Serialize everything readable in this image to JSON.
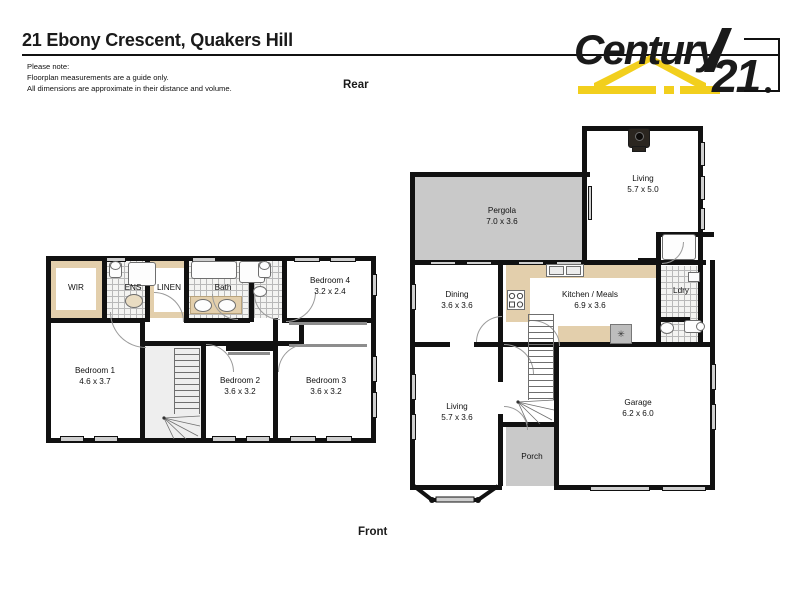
{
  "header": {
    "title": "21 Ebony Crescent, Quakers Hill",
    "disclaimer_line1": "Please note:",
    "disclaimer_line2": "Floorplan measurements are a guide only.",
    "disclaimer_line3": "All dimensions are approximate in their distance and volume."
  },
  "logo": {
    "brand_top": "Century",
    "brand_bottom": "21",
    "registered_mark": "®",
    "colors": {
      "text": "#1a1a1a",
      "accent": "#f2cf1d"
    }
  },
  "orientation": {
    "rear_label": "Rear",
    "front_label": "Front"
  },
  "colors": {
    "wall": "#111111",
    "room_fill": "#ffffff",
    "paved_fill": "#c9c9c9",
    "bench_fill": "#e3cfac",
    "tile_fill": "#f4f4f2",
    "page_background": "#ffffff"
  },
  "floorplans": [
    {
      "name": "upper-floor",
      "rooms": [
        {
          "key": "wir",
          "label": "WIR",
          "dim": ""
        },
        {
          "key": "ens",
          "label": "ENS",
          "dim": ""
        },
        {
          "key": "linen",
          "label": "LINEN",
          "dim": ""
        },
        {
          "key": "bath",
          "label": "Bath",
          "dim": ""
        },
        {
          "key": "bedroom4",
          "label": "Bedroom 4",
          "dim": "3.2 x 2.4"
        },
        {
          "key": "bedroom1",
          "label": "Bedroom 1",
          "dim": "4.6 x 3.7"
        },
        {
          "key": "bedroom2",
          "label": "Bedroom 2",
          "dim": "3.6 x 3.2"
        },
        {
          "key": "bedroom3",
          "label": "Bedroom 3",
          "dim": "3.6 x 3.2"
        }
      ]
    },
    {
      "name": "ground-floor",
      "rooms": [
        {
          "key": "pergola",
          "label": "Pergola",
          "dim": "7.0 x 3.6"
        },
        {
          "key": "living-u",
          "label": "Living",
          "dim": "5.7 x 5.0"
        },
        {
          "key": "dining",
          "label": "Dining",
          "dim": "3.6 x 3.6"
        },
        {
          "key": "kitchen",
          "label": "Kitchen / Meals",
          "dim": "6.9 x 3.6"
        },
        {
          "key": "ldry",
          "label": "Ldry",
          "dim": ""
        },
        {
          "key": "living-l",
          "label": "Living",
          "dim": "5.7 x 3.6"
        },
        {
          "key": "garage",
          "label": "Garage",
          "dim": "6.2 x 6.0"
        },
        {
          "key": "porch",
          "label": "Porch",
          "dim": ""
        }
      ]
    }
  ]
}
